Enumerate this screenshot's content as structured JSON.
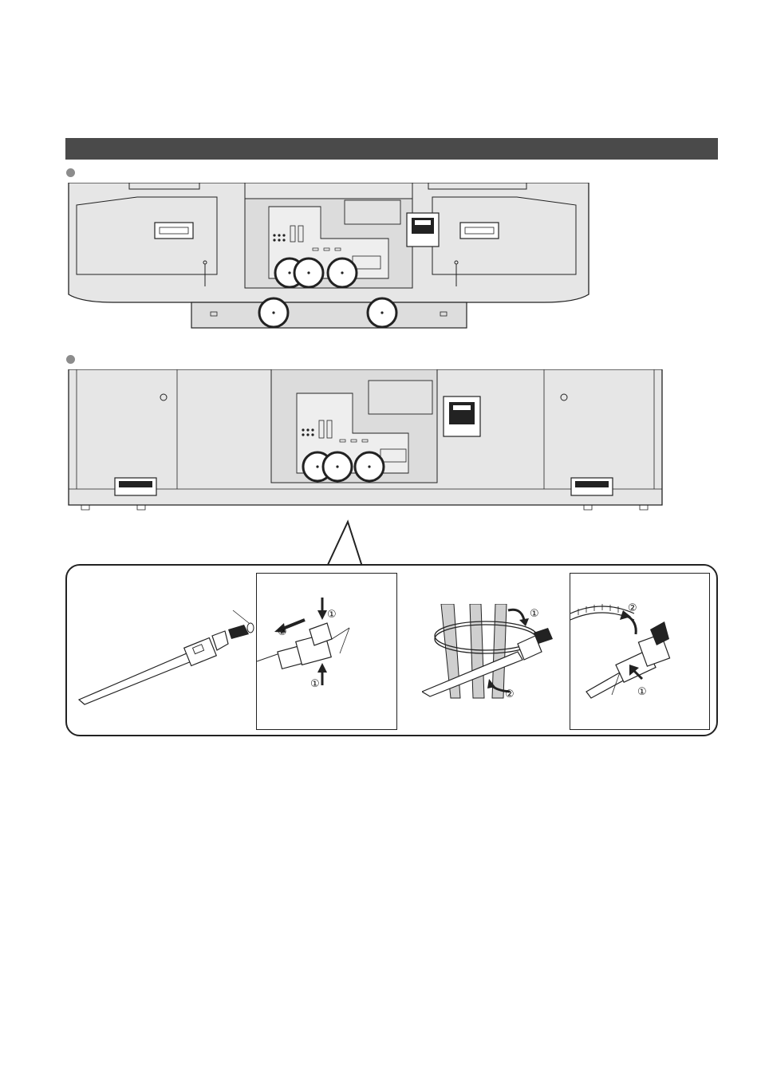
{
  "section_header": {
    "title": "",
    "color": "#4a4a4a"
  },
  "models": [
    {
      "label": ""
    },
    {
      "label": ""
    }
  ],
  "steps": {
    "left_inset": {
      "push_marker": "①",
      "pull_marker": "②"
    },
    "right_area": {
      "wrap_marker": "①",
      "pull_marker": "②"
    },
    "right_inset": {
      "release_marker": "①",
      "pull_marker": "②"
    }
  },
  "colors": {
    "line": "#222222",
    "panel_fill": "#e6e6e6",
    "panel_dark": "#cfcfcf",
    "bullet": "#8c8c8c"
  }
}
